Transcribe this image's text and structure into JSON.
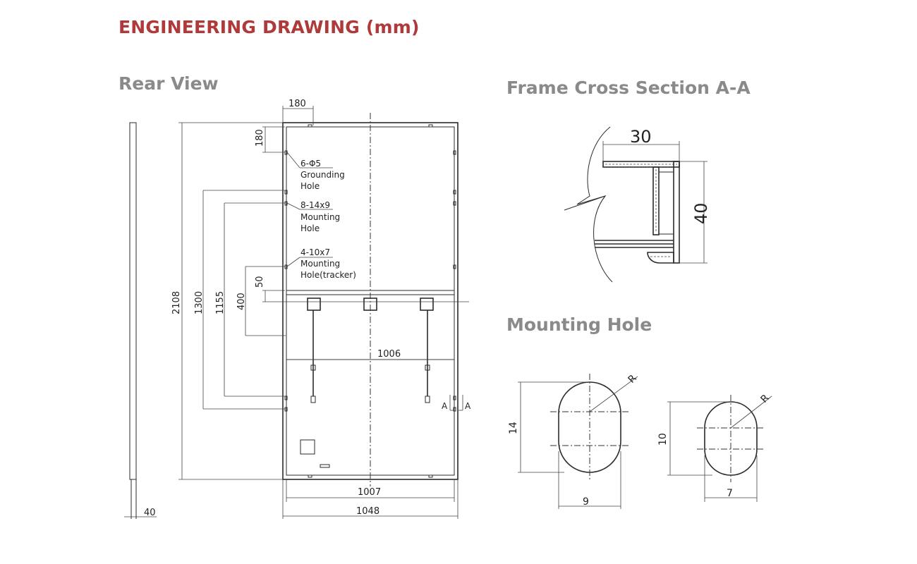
{
  "title": "ENGINEERING DRAWING (mm)",
  "sections": {
    "rear_view": "Rear View",
    "frame_section": "Frame Cross Section A-A",
    "mounting_hole": "Mounting Hole"
  },
  "rear": {
    "dim_top_180": "180",
    "dim_side_180": "180",
    "dim_height_2108": "2108",
    "dim_1300": "1300",
    "dim_1155": "1155",
    "dim_400": "400",
    "dim_50": "50",
    "dim_1006": "1006",
    "dim_1007": "1007",
    "dim_1048": "1048",
    "dim_frame_40": "40",
    "section_mark": "A",
    "callout_grounding": {
      "spec": "6-Φ5",
      "line1": "Grounding",
      "line2": "Hole"
    },
    "callout_mounting": {
      "spec": "8-14x9",
      "line1": "Mounting",
      "line2": "Hole"
    },
    "callout_tracker": {
      "spec": "4-10x7",
      "line1": "Mounting",
      "line2": "Hole(tracker)"
    }
  },
  "frame": {
    "dim_width": "30",
    "dim_height": "40"
  },
  "holes": {
    "large": {
      "length": "14",
      "width": "9",
      "radius": "R"
    },
    "small": {
      "length": "10",
      "width": "7",
      "radius": "R"
    }
  }
}
